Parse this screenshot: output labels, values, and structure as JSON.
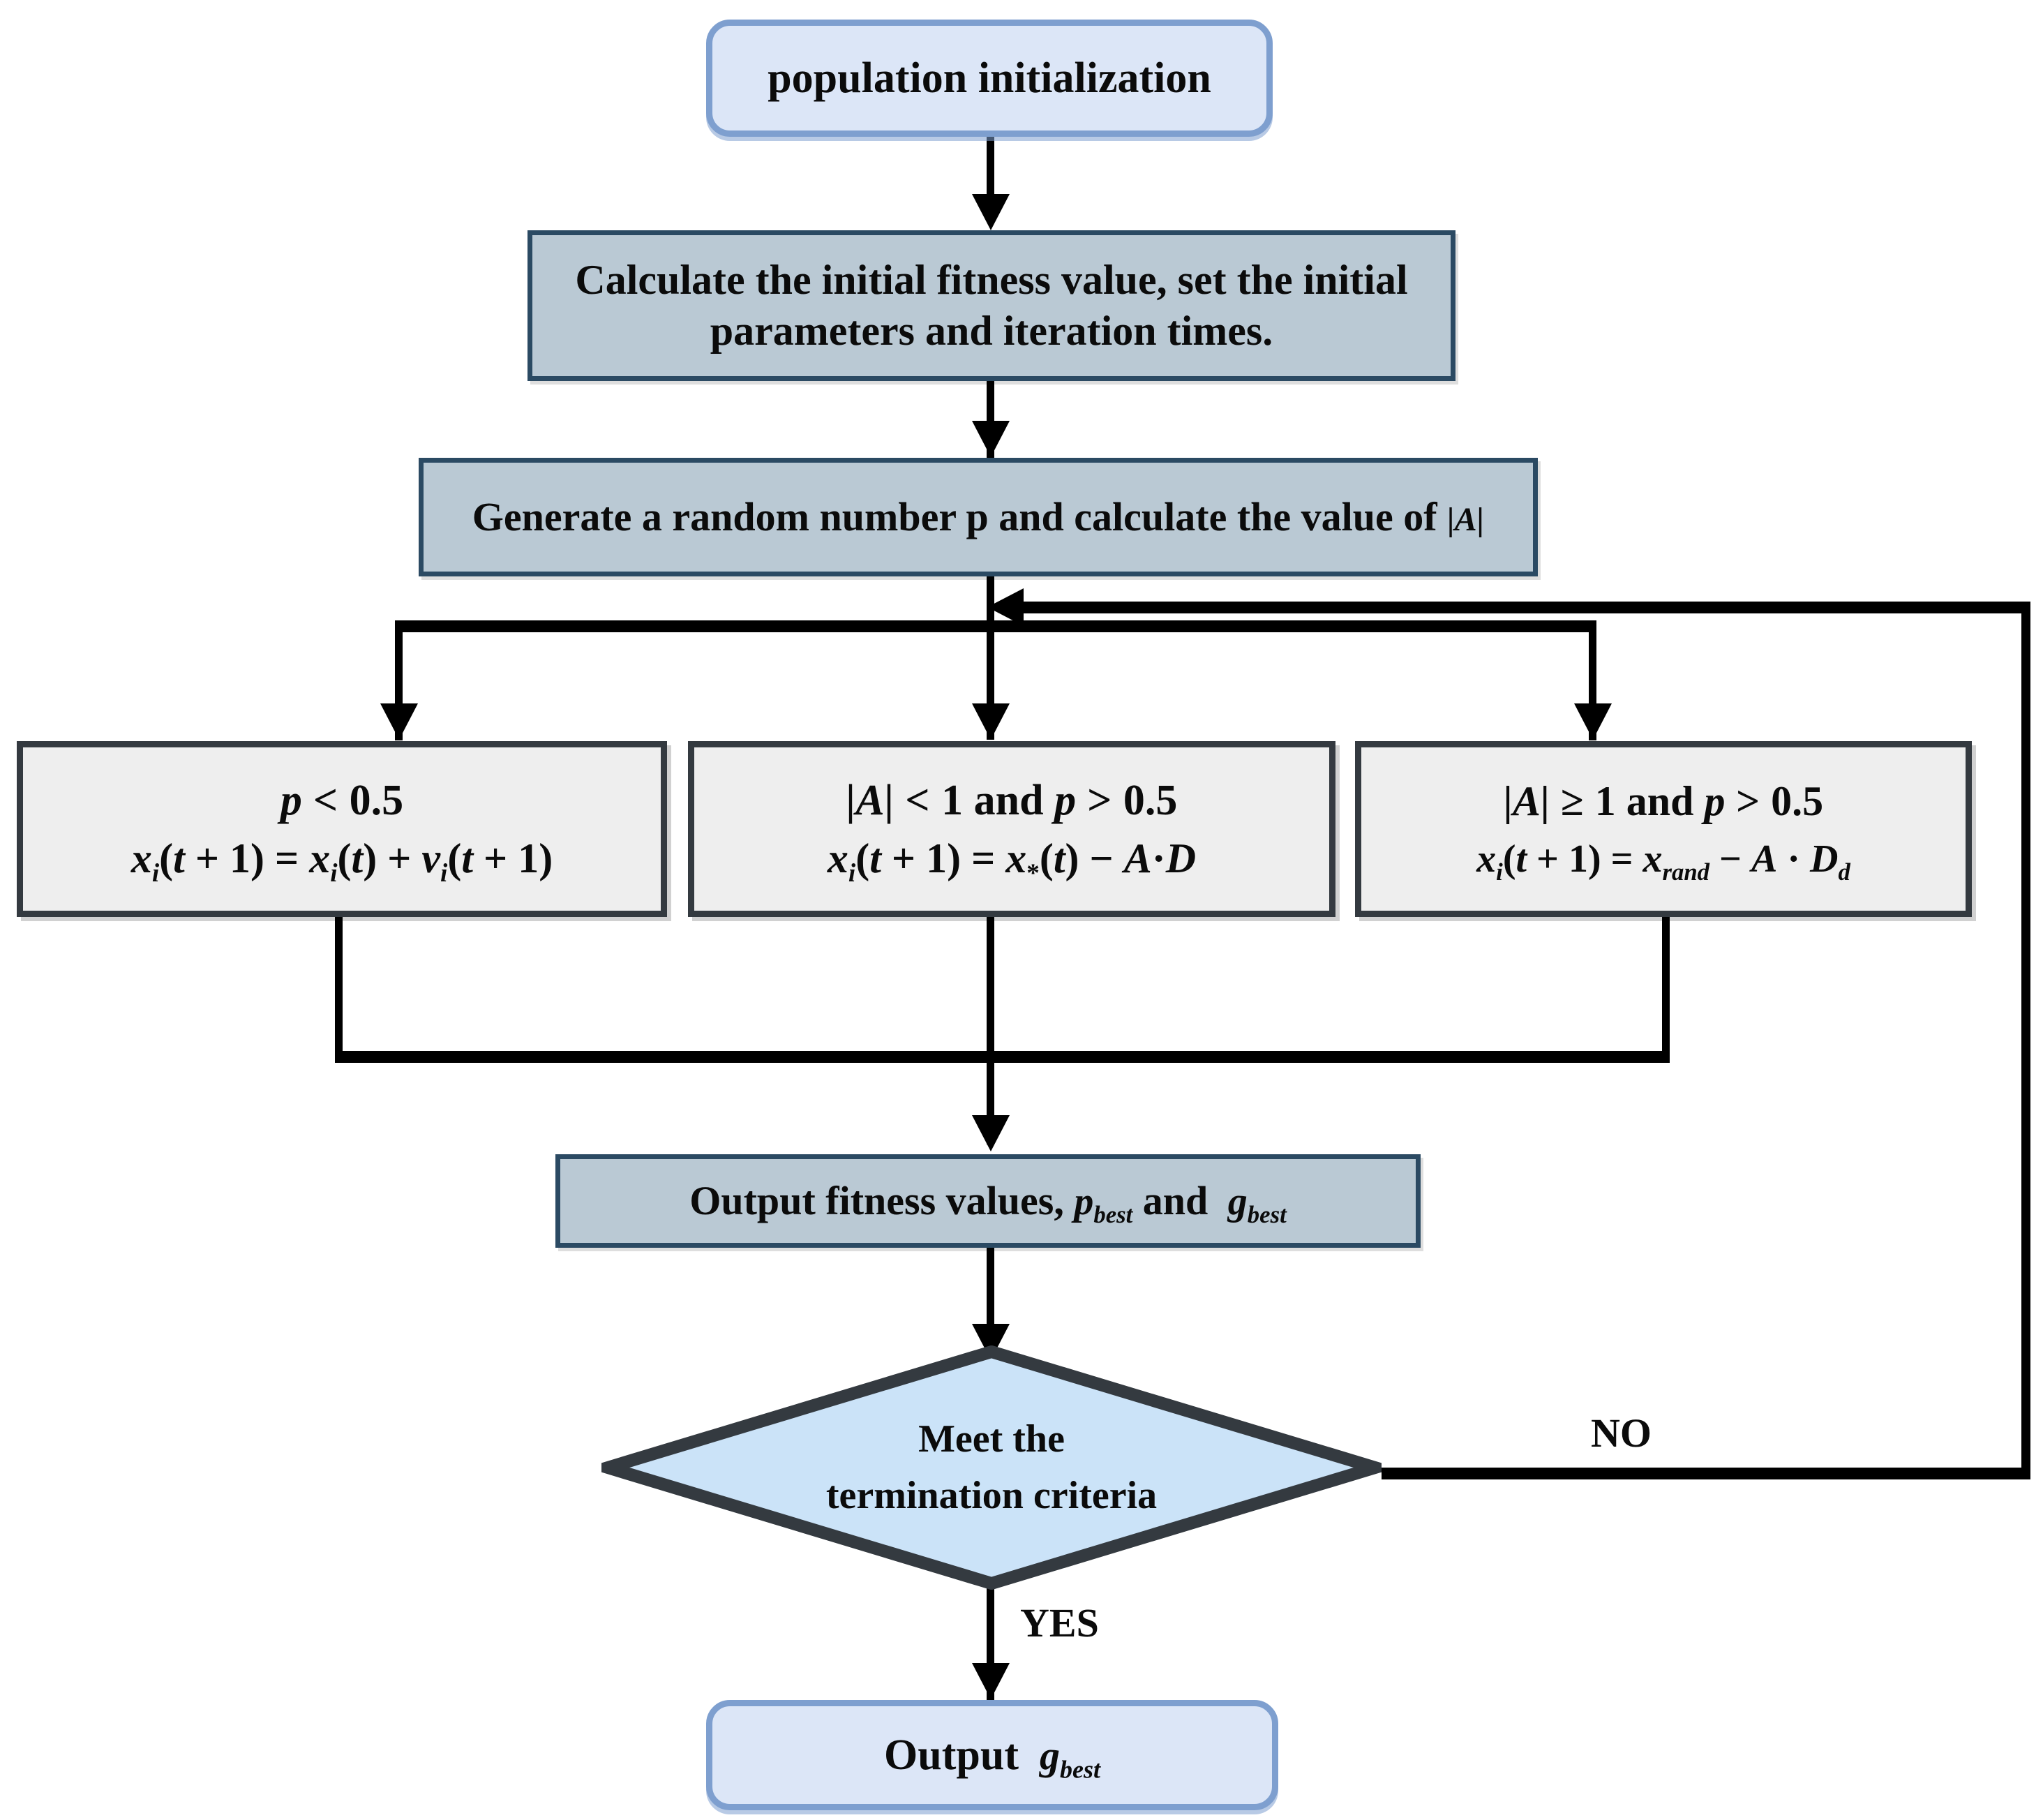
{
  "diagram": {
    "type": "flowchart",
    "title": "Hybrid PSO-WOA algorithm flowchart",
    "colors": {
      "terminator_fill": "#dce6f7",
      "terminator_border": "#7e9fcf",
      "process_fill": "#bac9d4",
      "process_border": "#2b4a63",
      "condition_fill": "#eeeeee",
      "condition_border": "#343a40",
      "decision_fill": "#cbe3f8",
      "decision_border": "#343a40",
      "connector": "#000000",
      "background": "#ffffff"
    }
  },
  "nodes": {
    "start": {
      "label": "population initialization",
      "shape": "rounded-terminator"
    },
    "init_params": {
      "line1": "Calculate the initial fitness value, set the initial",
      "line2": "parameters and iteration times.",
      "shape": "process"
    },
    "generate_p": {
      "text_before": "Generate a random number p and calculate the value of",
      "math": "|A|",
      "shape": "process"
    },
    "branch_left": {
      "condition": "p < 0.5",
      "cond_var": "p",
      "cond_op": "<",
      "cond_value": "0.5",
      "update": "x_i(t + 1) = x_i(t) + v_i(t + 1)",
      "shape": "condition"
    },
    "branch_mid": {
      "condition": "|A| < 1 and p > 0.5",
      "update": "x_i(t + 1) = x_*(t) - A·D",
      "shape": "condition"
    },
    "branch_right": {
      "condition": "|A| ≥ 1 and p > 0.5",
      "update": "x_i(t + 1) = x_rand - A · D_d",
      "shape": "condition"
    },
    "output_fitness": {
      "text_before": "Output fitness values,",
      "math1": "p_best",
      "text_mid": "and",
      "math2": "g_best",
      "shape": "process"
    },
    "decision": {
      "line1": "Meet the",
      "line2": "termination criteria",
      "shape": "diamond"
    },
    "output_gbest": {
      "text_before": "Output",
      "math": "g_best",
      "shape": "rounded-terminator"
    }
  },
  "edge_labels": {
    "no": "NO",
    "yes": "YES"
  },
  "math_glyphs": {
    "abs_a": "|A|",
    "x": "x",
    "v": "v",
    "A": "A",
    "D": "D",
    "sub_i": "i",
    "sub_star": "*",
    "sub_rand": "rand",
    "sub_d": "d",
    "sub_best": "best",
    "p": "p",
    "g": "g",
    "t_plus_1": "(t + 1)",
    "t": "(t)",
    "lt": "<",
    "gt": ">",
    "ge": "≥",
    "eq": "=",
    "plus": "+",
    "minus": "−",
    "cdot": "·",
    "half": "0.5",
    "one": "1"
  }
}
